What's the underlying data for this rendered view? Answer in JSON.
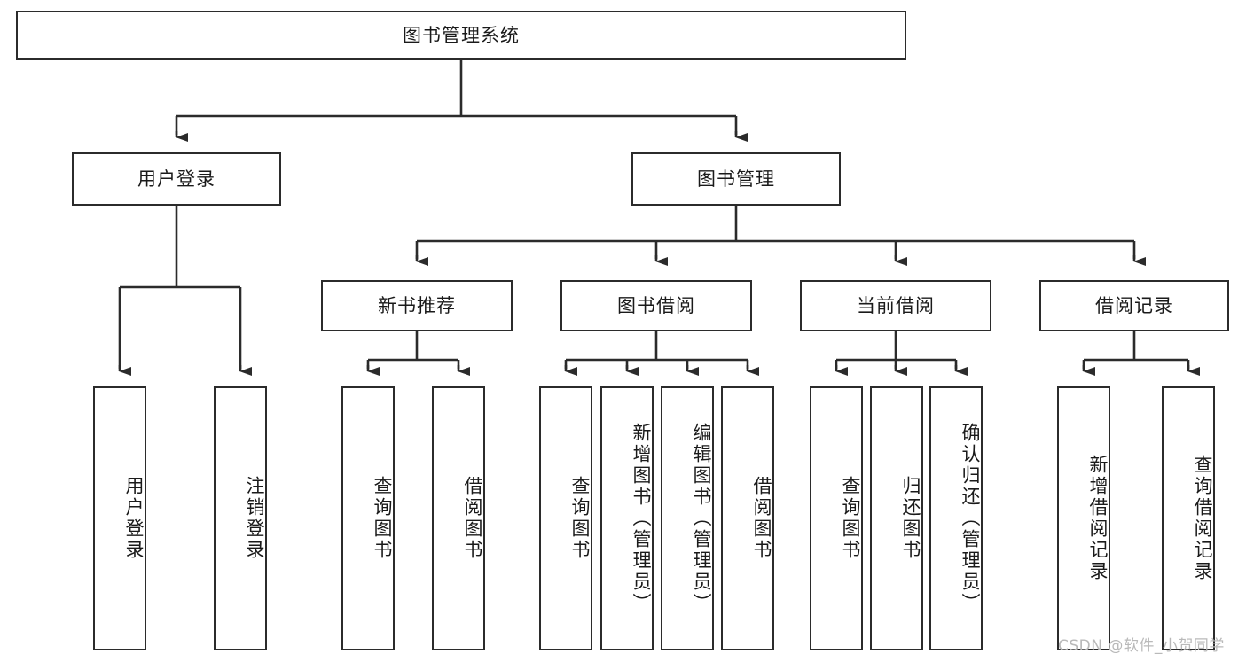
{
  "diagram": {
    "type": "tree",
    "title": "图书管理系统",
    "root": {
      "id": "root",
      "label": "图书管理系统",
      "orientation": "horizontal"
    },
    "level2": [
      {
        "id": "user-login",
        "label": "用户登录",
        "orientation": "horizontal"
      },
      {
        "id": "book-management",
        "label": "图书管理",
        "orientation": "horizontal"
      }
    ],
    "level3": [
      {
        "id": "new-book-recommend",
        "label": "新书推荐",
        "orientation": "horizontal",
        "parent": "book-management"
      },
      {
        "id": "book-borrow",
        "label": "图书借阅",
        "orientation": "horizontal",
        "parent": "book-management"
      },
      {
        "id": "current-borrow",
        "label": "当前借阅",
        "orientation": "horizontal",
        "parent": "book-management"
      },
      {
        "id": "borrow-record",
        "label": "借阅记录",
        "orientation": "horizontal",
        "parent": "book-management"
      }
    ],
    "leaves": [
      {
        "id": "leaf-user-login",
        "label": "用户登录",
        "orientation": "vertical",
        "parent": "user-login"
      },
      {
        "id": "leaf-user-logout",
        "label": "注销登录",
        "orientation": "vertical",
        "parent": "user-login"
      },
      {
        "id": "leaf-query-book-rec",
        "label": "查询图书",
        "orientation": "vertical",
        "parent": "new-book-recommend"
      },
      {
        "id": "leaf-borrow-book-rec",
        "label": "借阅图书",
        "orientation": "vertical",
        "parent": "new-book-recommend"
      },
      {
        "id": "leaf-query-book-borrow",
        "label": "查询图书",
        "orientation": "vertical",
        "parent": "book-borrow"
      },
      {
        "id": "leaf-add-book-admin",
        "label": "新增图书（管理员）",
        "orientation": "vertical",
        "parent": "book-borrow"
      },
      {
        "id": "leaf-edit-book-admin",
        "label": "编辑图书（管理员）",
        "orientation": "vertical",
        "parent": "book-borrow"
      },
      {
        "id": "leaf-borrow-book",
        "label": "借阅图书",
        "orientation": "vertical",
        "parent": "book-borrow"
      },
      {
        "id": "leaf-query-book-current",
        "label": "查询图书",
        "orientation": "vertical",
        "parent": "current-borrow"
      },
      {
        "id": "leaf-return-book",
        "label": "归还图书",
        "orientation": "vertical",
        "parent": "current-borrow"
      },
      {
        "id": "leaf-confirm-return-admin",
        "label": "确认归还（管理员）",
        "orientation": "vertical",
        "parent": "current-borrow"
      },
      {
        "id": "leaf-add-borrow-record",
        "label": "新增借阅记录",
        "orientation": "vertical",
        "parent": "borrow-record"
      },
      {
        "id": "leaf-query-borrow-record",
        "label": "查询借阅记录",
        "orientation": "vertical",
        "parent": "borrow-record"
      }
    ]
  },
  "watermark": {
    "text": "CSDN @软件_小贺同学"
  },
  "colors": {
    "stroke": "#2b2b2b",
    "text": "#1a1a1a",
    "background": "#ffffff",
    "watermark": "#b9b9b9"
  }
}
